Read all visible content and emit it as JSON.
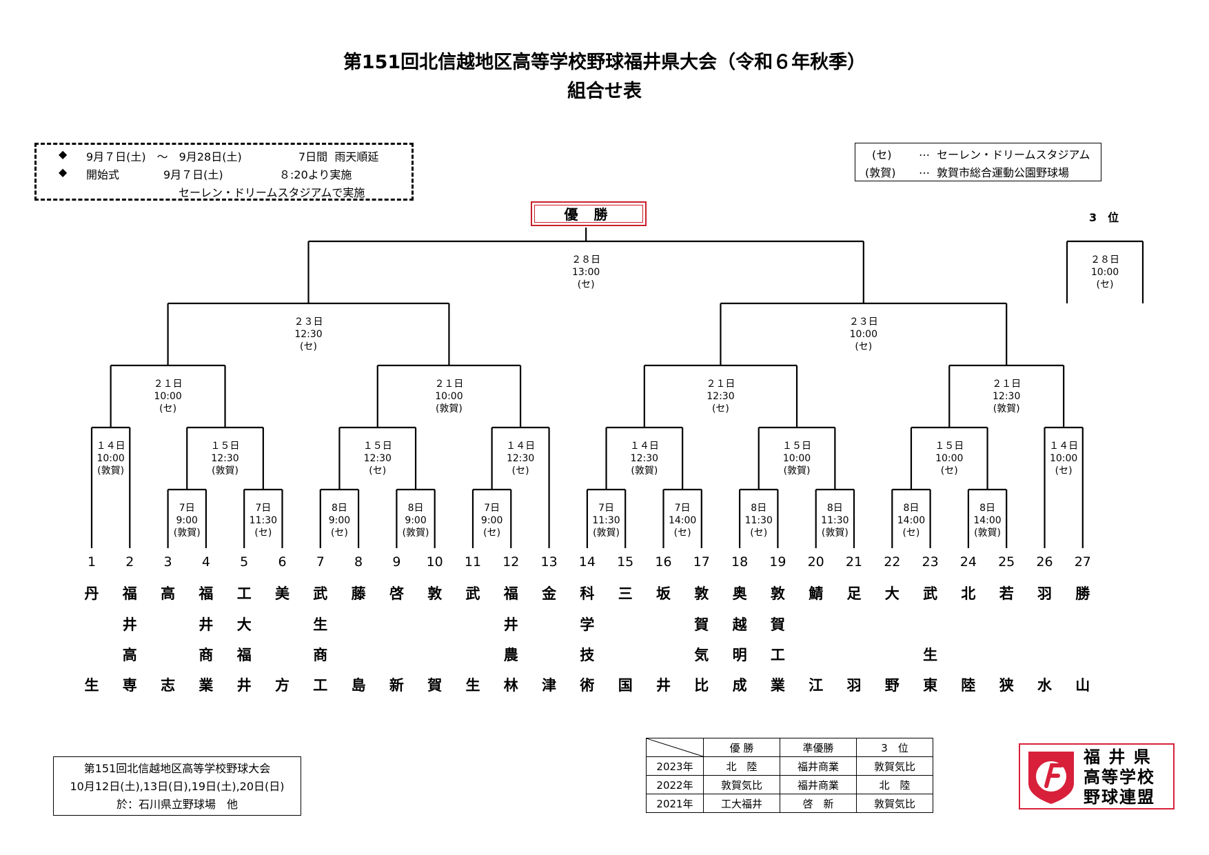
{
  "header": {
    "title": "第151回北信越地区高等学校野球福井県大会（令和６年秋季）",
    "subtitle": "組合せ表"
  },
  "schedule_box": {
    "line1_mark": "◆",
    "line1_period": "9月７日(土)　～　9月28日(土)",
    "line1_days": "7日間  雨天順延",
    "line2_mark": "◆",
    "line2_label": "開始式",
    "line2_date": "9月７日(土)",
    "line2_time": "８:20より実施",
    "line3": "セーレン・ドリームスタジアムで実施"
  },
  "venue_legend": {
    "se_abbr": "(セ)",
    "se_dots": "…",
    "se_name": "セーレン・ドリームスタジアム",
    "tsuruga_abbr": "(敦賀)",
    "tsuruga_dots": "…",
    "tsuruga_name": "敦賀市総合運動公園野球場"
  },
  "champion_label": "優 勝",
  "third_label": "3　位",
  "teams": [
    {
      "num": "1",
      "name": [
        "丹",
        "",
        "",
        "生"
      ]
    },
    {
      "num": "2",
      "name": [
        "福",
        "井",
        "高",
        "専"
      ]
    },
    {
      "num": "3",
      "name": [
        "高",
        "",
        "",
        "志"
      ]
    },
    {
      "num": "4",
      "name": [
        "福",
        "井",
        "商",
        "業"
      ]
    },
    {
      "num": "5",
      "name": [
        "工",
        "大",
        "福",
        "井"
      ]
    },
    {
      "num": "6",
      "name": [
        "美",
        "",
        "",
        "方"
      ]
    },
    {
      "num": "7",
      "name": [
        "武",
        "生",
        "商",
        "工"
      ]
    },
    {
      "num": "8",
      "name": [
        "藤",
        "",
        "",
        "島"
      ]
    },
    {
      "num": "9",
      "name": [
        "啓",
        "",
        "",
        "新"
      ]
    },
    {
      "num": "10",
      "name": [
        "敦",
        "",
        "",
        "賀"
      ]
    },
    {
      "num": "11",
      "name": [
        "武",
        "",
        "",
        "生"
      ]
    },
    {
      "num": "12",
      "name": [
        "福",
        "井",
        "農",
        "林"
      ]
    },
    {
      "num": "13",
      "name": [
        "金",
        "",
        "",
        "津"
      ]
    },
    {
      "num": "14",
      "name": [
        "科",
        "学",
        "技",
        "術"
      ]
    },
    {
      "num": "15",
      "name": [
        "三",
        "",
        "",
        "国"
      ]
    },
    {
      "num": "16",
      "name": [
        "坂",
        "",
        "",
        "井"
      ]
    },
    {
      "num": "17",
      "name": [
        "敦",
        "賀",
        "気",
        "比"
      ]
    },
    {
      "num": "18",
      "name": [
        "奥",
        "越",
        "明",
        "成"
      ]
    },
    {
      "num": "19",
      "name": [
        "敦",
        "賀",
        "工",
        "業"
      ]
    },
    {
      "num": "20",
      "name": [
        "鯖",
        "",
        "",
        "江"
      ]
    },
    {
      "num": "21",
      "name": [
        "足",
        "",
        "",
        "羽"
      ]
    },
    {
      "num": "22",
      "name": [
        "大",
        "",
        "",
        "野"
      ]
    },
    {
      "num": "23",
      "name": [
        "武",
        "",
        "生",
        "東"
      ]
    },
    {
      "num": "24",
      "name": [
        "北",
        "",
        "",
        "陸"
      ]
    },
    {
      "num": "25",
      "name": [
        "若",
        "",
        "",
        "狭"
      ]
    },
    {
      "num": "26",
      "name": [
        "羽",
        "",
        "",
        "水"
      ]
    },
    {
      "num": "27",
      "name": [
        "勝",
        "",
        "",
        "山"
      ]
    }
  ],
  "matches": [
    {
      "day": "7日",
      "time": "9:00",
      "venue": "(敦賀)"
    },
    {
      "day": "7日",
      "time": "11:30",
      "venue": "(セ)"
    },
    {
      "day": "8日",
      "time": "9:00",
      "venue": "(セ)"
    },
    {
      "day": "8日",
      "time": "9:00",
      "venue": "(敦賀)"
    },
    {
      "day": "7日",
      "time": "9:00",
      "venue": "(セ)"
    },
    {
      "day": "7日",
      "time": "11:30",
      "venue": "(敦賀)"
    },
    {
      "day": "7日",
      "time": "14:00",
      "venue": "(セ)"
    },
    {
      "day": "8日",
      "time": "11:30",
      "venue": "(セ)"
    },
    {
      "day": "8日",
      "time": "11:30",
      "venue": "(敦賀)"
    },
    {
      "day": "8日",
      "time": "14:00",
      "venue": "(セ)"
    },
    {
      "day": "8日",
      "time": "14:00",
      "venue": "(敦賀)"
    },
    {
      "day": "１４日",
      "time": "10:00",
      "venue": "(敦賀)"
    },
    {
      "day": "１５日",
      "time": "12:30",
      "venue": "(敦賀)"
    },
    {
      "day": "１５日",
      "time": "12:30",
      "venue": "(セ)"
    },
    {
      "day": "１４日",
      "time": "12:30",
      "venue": "(セ)"
    },
    {
      "day": "１４日",
      "time": "12:30",
      "venue": "(敦賀)"
    },
    {
      "day": "１５日",
      "time": "10:00",
      "venue": "(敦賀)"
    },
    {
      "day": "１５日",
      "time": "10:00",
      "venue": "(セ)"
    },
    {
      "day": "１４日",
      "time": "10:00",
      "venue": "(セ)"
    },
    {
      "day": "２１日",
      "time": "10:00",
      "venue": "(セ)"
    },
    {
      "day": "２１日",
      "time": "10:00",
      "venue": "(敦賀)"
    },
    {
      "day": "２１日",
      "time": "12:30",
      "venue": "(セ)"
    },
    {
      "day": "２１日",
      "time": "12:30",
      "venue": "(敦賀)"
    },
    {
      "day": "２３日",
      "time": "12:30",
      "venue": "(セ)"
    },
    {
      "day": "２３日",
      "time": "10:00",
      "venue": "(セ)"
    },
    {
      "day": "２８日",
      "time": "13:00",
      "venue": "(セ)"
    },
    {
      "day": "２８日",
      "time": "10:00",
      "venue": "(セ)"
    }
  ],
  "history_table": {
    "headers": [
      "優 勝",
      "準優勝",
      "3　位"
    ],
    "rows": [
      {
        "year": "2023年",
        "cells": [
          "北　陸",
          "福井商業",
          "敦賀気比"
        ]
      },
      {
        "year": "2022年",
        "cells": [
          "敦賀気比",
          "福井商業",
          "北　陸"
        ]
      },
      {
        "year": "2021年",
        "cells": [
          "工大福井",
          "啓　新",
          "敦賀気比"
        ]
      }
    ]
  },
  "national_box": {
    "line1": "第151回北信越地区高等学校野球大会",
    "line2": "10月12日(土),13日(日),19日(土),20日(日)",
    "line3": "於：石川県立野球場　他"
  },
  "logo": {
    "line1": "福 井 県",
    "line2": "高等学校",
    "line3": "野球連盟"
  },
  "colors": {
    "accent": "#c8202a",
    "logo": "#d8203a"
  }
}
